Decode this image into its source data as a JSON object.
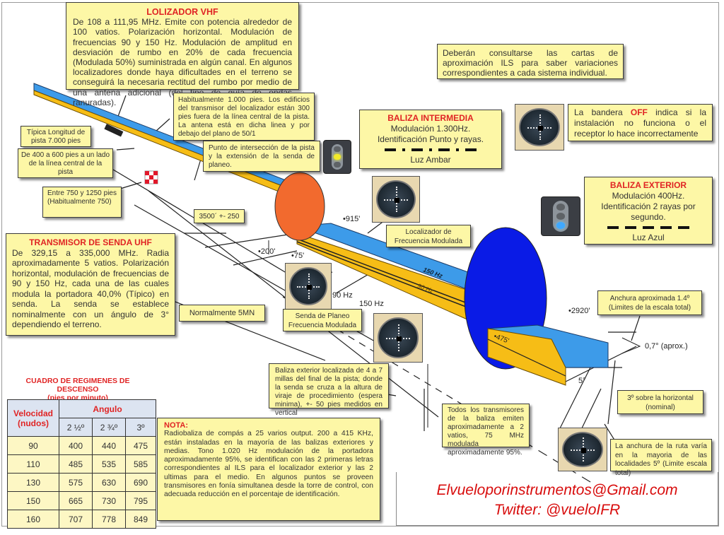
{
  "localizer_box": {
    "title": "LOLIZADOR VHF",
    "body": "De 108 a 111,95 MHz. Emite con potencia alrededor de 100 vatios. Polarización horizontal. Modulación de frecuencias 90 y 150 Hz. Modulación de amplitud en desviación de rumbo en 20% de cada frecuencia (Modulada 50%) suministrada en algún canal. En algunos localizadores donde haya dificultades en el terreno se conseguirá la necesaria rectitud del rumbo por medio de una antena adicional (del tipo de guía de ondas ranuradas)."
  },
  "ils_charts_note": "Deberán consultarse las cartas de aproximación ILS para saber variaciones correspondientes a cada sistema individual.",
  "localizer_building_note": "Habitualmente 1.000 pies. Los edificios del transmisor del localizador están 300 pies fuera de la línea central de la pista. La antena está en dicha linea y por debajo del plano de 50/1",
  "runway_length_note": "Típica Longitud de pista 7.000 pies",
  "offset_note": "De 400 a 600 pies a un lado de la línea central de la pista",
  "intersection_note": "Punto de intersección de la pista y la extensión de la senda de planeo.",
  "glideslope_distance_note": "Entre 750 y 1250 pies (Habitualmente 750)",
  "distance_3500": "3500´ +- 250",
  "middle_marker": {
    "title": "BALIZA INTERMEDIA",
    "line1": "Modulación 1.300Hz.",
    "line2": "Identificación Punto y rayas.",
    "light": "Luz Ambar"
  },
  "off_flag_note": {
    "before": "La bandera ",
    "flag": "OFF",
    "after": " indica si la instalación no funciona o el receptor lo hace incorrectamente"
  },
  "outer_marker": {
    "title": "BALIZA EXTERIOR",
    "line1": "Modulación 400Hz.",
    "line2": "Identificación 2 rayas por segundo.",
    "light": "Luz Azul"
  },
  "glideslope_box": {
    "title": "TRANSMISOR DE SENDA UHF",
    "body": "De 329,15 a 335,000 MHz. Radia aproximadamente 5 vatios. Polarización horizontal, modulación de frecuencias de 90 y 150 Hz, cada una de las cuales modula la portadora 40,0% (Típico) en senda. La senda se establece nominalmente con un ángulo de 3° dependiendo el terreno."
  },
  "normalmente_5mn": "Normalmente 5MN",
  "localizer_fm_label": "Localizador de Frecuencia Modulada",
  "glidepath_fm_label": "Senda de Planeo Frecuencia Modulada",
  "beam_labels": {
    "hz150_beam": "150 Hz",
    "hz90_beam": "90 Hz",
    "hz90": "90 Hz",
    "hz150": "150 Hz",
    "ft915": "•915'",
    "ft200": "•200'",
    "ft75": "•75'",
    "ft2920": "•2920'",
    "ft475": "•475'",
    "deg07": "0,7° (aprox.)",
    "deg5": "5°"
  },
  "width_note": "Anchura aproximada 1.4º (Limites de la escala total)",
  "horizontal_note": "3º sobre la horizontal (nominal)",
  "outer_marker_location_note": "Baliza exterior localizada de 4 a 7 millas del final de la pista; donde la senda se cruza a la altura de viraje de procedimiento (espera minima), +- 50 pies medidos en vertical",
  "marker_transmitters_note": "Todos los transmisores de la baliza emiten aproximadamente a 2 vatios, 75 MHz modulada aproximadamente 95%.",
  "route_width_note": "La anchura de la ruta varía en la mayoria de las localidades 5º (Limite escala total)",
  "descent_table": {
    "title": "CUADRO DE REGIMENES DE DESCENSO",
    "subtitle": "(pies por minuto)",
    "col_speed": "Velocidad (nudos)",
    "col_angle": "Angulo",
    "angles": [
      "2 ½º",
      "2 ¾º",
      "3º"
    ],
    "rows": [
      {
        "speed": "90",
        "values": [
          "400",
          "440",
          "475"
        ]
      },
      {
        "speed": "110",
        "values": [
          "485",
          "535",
          "585"
        ]
      },
      {
        "speed": "130",
        "values": [
          "575",
          "630",
          "690"
        ]
      },
      {
        "speed": "150",
        "values": [
          "665",
          "730",
          "795"
        ]
      },
      {
        "speed": "160",
        "values": [
          "707",
          "778",
          "849"
        ]
      }
    ]
  },
  "nota": {
    "title": "NOTA:",
    "body": "Radiobaliza de compás a 25 varios output. 200 a 415 KHz, están instaladas en la mayoría de las balizas exteriores y medias. Tono 1.020 Hz modulación de la portadora aproximadamente 95%, se identifican con las 2 primeras letras correspondientes al ILS para el localizador exterior y las 2 ultimas para el medio. En algunos puntos se proveen transmisores en fonía simultanea desde la torre de control, con adecuada reducción en el porcentaje de identificación."
  },
  "contact": {
    "email": "Elvueloporinstrumentos@Gmail.com",
    "twitter": "Twitter: @vueloIFR"
  },
  "colors": {
    "note_fill": "#fdf7a6",
    "title_red": "#e02424",
    "beam_blue": "#3d9be9",
    "beam_yellow": "#f6bd16",
    "middle_lobe": "#f26a2e",
    "outer_lobe": "#0a1be6",
    "contact_red": "#d80c0c"
  }
}
